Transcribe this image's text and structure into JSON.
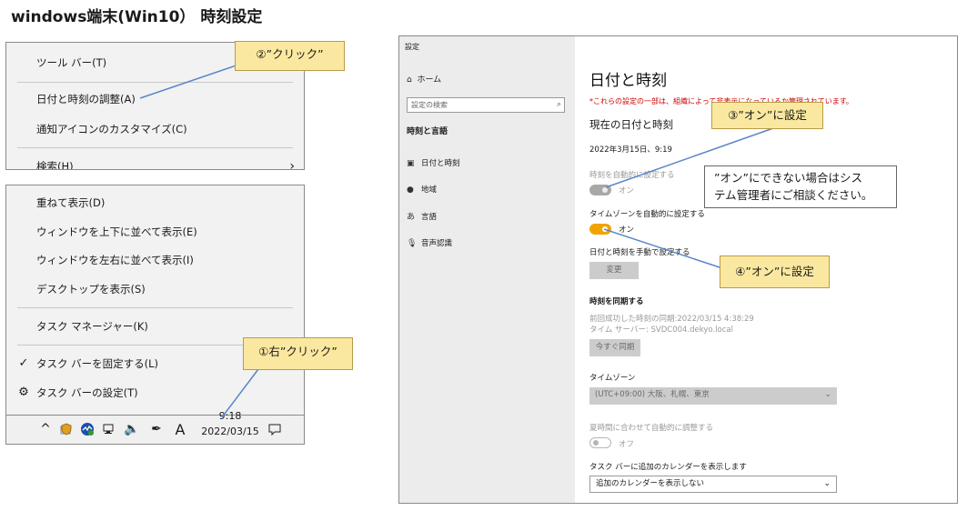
{
  "page": {
    "title": "windows端末(Win10） 時刻設定"
  },
  "context_menu_top": {
    "items": [
      {
        "label": "ツール バー(T)"
      },
      {
        "label": "日付と時刻の調整(A)"
      },
      {
        "label": "通知アイコンのカスタマイズ(C)"
      },
      {
        "label": "検索(H)"
      }
    ]
  },
  "context_menu_bottom": {
    "items": [
      {
        "label": "重ねて表示(D)"
      },
      {
        "label": "ウィンドウを上下に並べて表示(E)"
      },
      {
        "label": "ウィンドウを左右に並べて表示(I)"
      },
      {
        "label": "デスクトップを表示(S)"
      },
      {
        "label": "タスク マネージャー(K)"
      },
      {
        "label": "タスク バーを固定する(L)"
      },
      {
        "label": "タスク バーの設定(T)"
      }
    ]
  },
  "taskbar": {
    "time": "9:18",
    "date": "2022/03/15",
    "ime_label": "A"
  },
  "callouts": {
    "step1": "①右”クリック”",
    "step2": "②”クリック”",
    "step3": "③”オン”に設定",
    "step4": "④”オン”に設定",
    "note_line1": "”オン”にできない場合はシス",
    "note_line2": "テム管理者にご相談ください。"
  },
  "settings": {
    "window_title": "設定",
    "home_label": "ホーム",
    "search_placeholder": "設定の検索",
    "section_header": "時刻と言語",
    "nav": [
      {
        "label": "日付と時刻"
      },
      {
        "label": "地域"
      },
      {
        "label": "言語"
      },
      {
        "label": "音声認識"
      }
    ],
    "page_title": "日付と時刻",
    "warning": "*これらの設定の一部は、組織によって非表示になっているか管理されています。",
    "current_heading": "現在の日付と時刻",
    "current_datetime": "2022年3月15日、9:19",
    "auto_time_label": "時刻を自動的に設定する",
    "auto_time_state": "オン",
    "auto_tz_label": "タイムゾーンを自動的に設定する",
    "auto_tz_state": "オン",
    "manual_label": "日付と時刻を手動で設定する",
    "change_button": "変更",
    "sync_heading": "時刻を同期する",
    "last_sync": "前回成功した時刻の同期:2022/03/15 4:38:29",
    "time_server": "タイム サーバー: SVDC004.dekyo.local",
    "sync_button": "今すぐ同期",
    "timezone_heading": "タイムゾーン",
    "timezone_value": "(UTC+09:00) 大阪、札幌、東京",
    "dst_label": "夏時間に合わせて自動的に調整する",
    "dst_state": "オフ",
    "calendar_label": "タスク バーに追加のカレンダーを表示します",
    "calendar_value": "追加のカレンダーを表示しない"
  },
  "colors": {
    "accent": "#f0a400",
    "callout_fill": "#fbe8a0",
    "warning": "#d10000"
  }
}
